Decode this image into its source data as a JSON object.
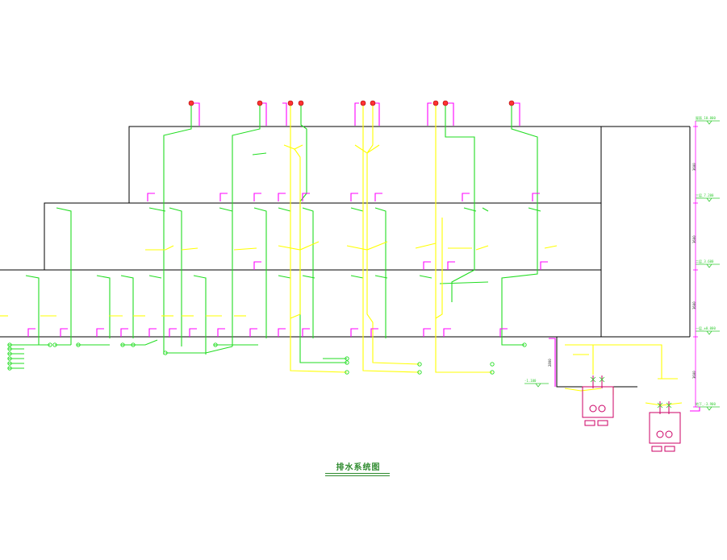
{
  "drawing": {
    "title": "排水系统图",
    "colors": {
      "background": "#ffffff",
      "structure": "#000000",
      "drain_pipe": "#22dd22",
      "rain_pipe": "#ffff00",
      "fitting": "#ff00ff",
      "roof_drain": "#ff3333",
      "sump_pit": "#cc0066"
    },
    "level_labels": [
      "屋面_10.800",
      "三层_7.200",
      "二层_3.600",
      "一层_±0.000",
      "-1.100",
      "地下_-3.900"
    ],
    "dimension_labels": [
      "3600",
      "3600",
      "3600",
      "3600",
      "2800"
    ]
  }
}
